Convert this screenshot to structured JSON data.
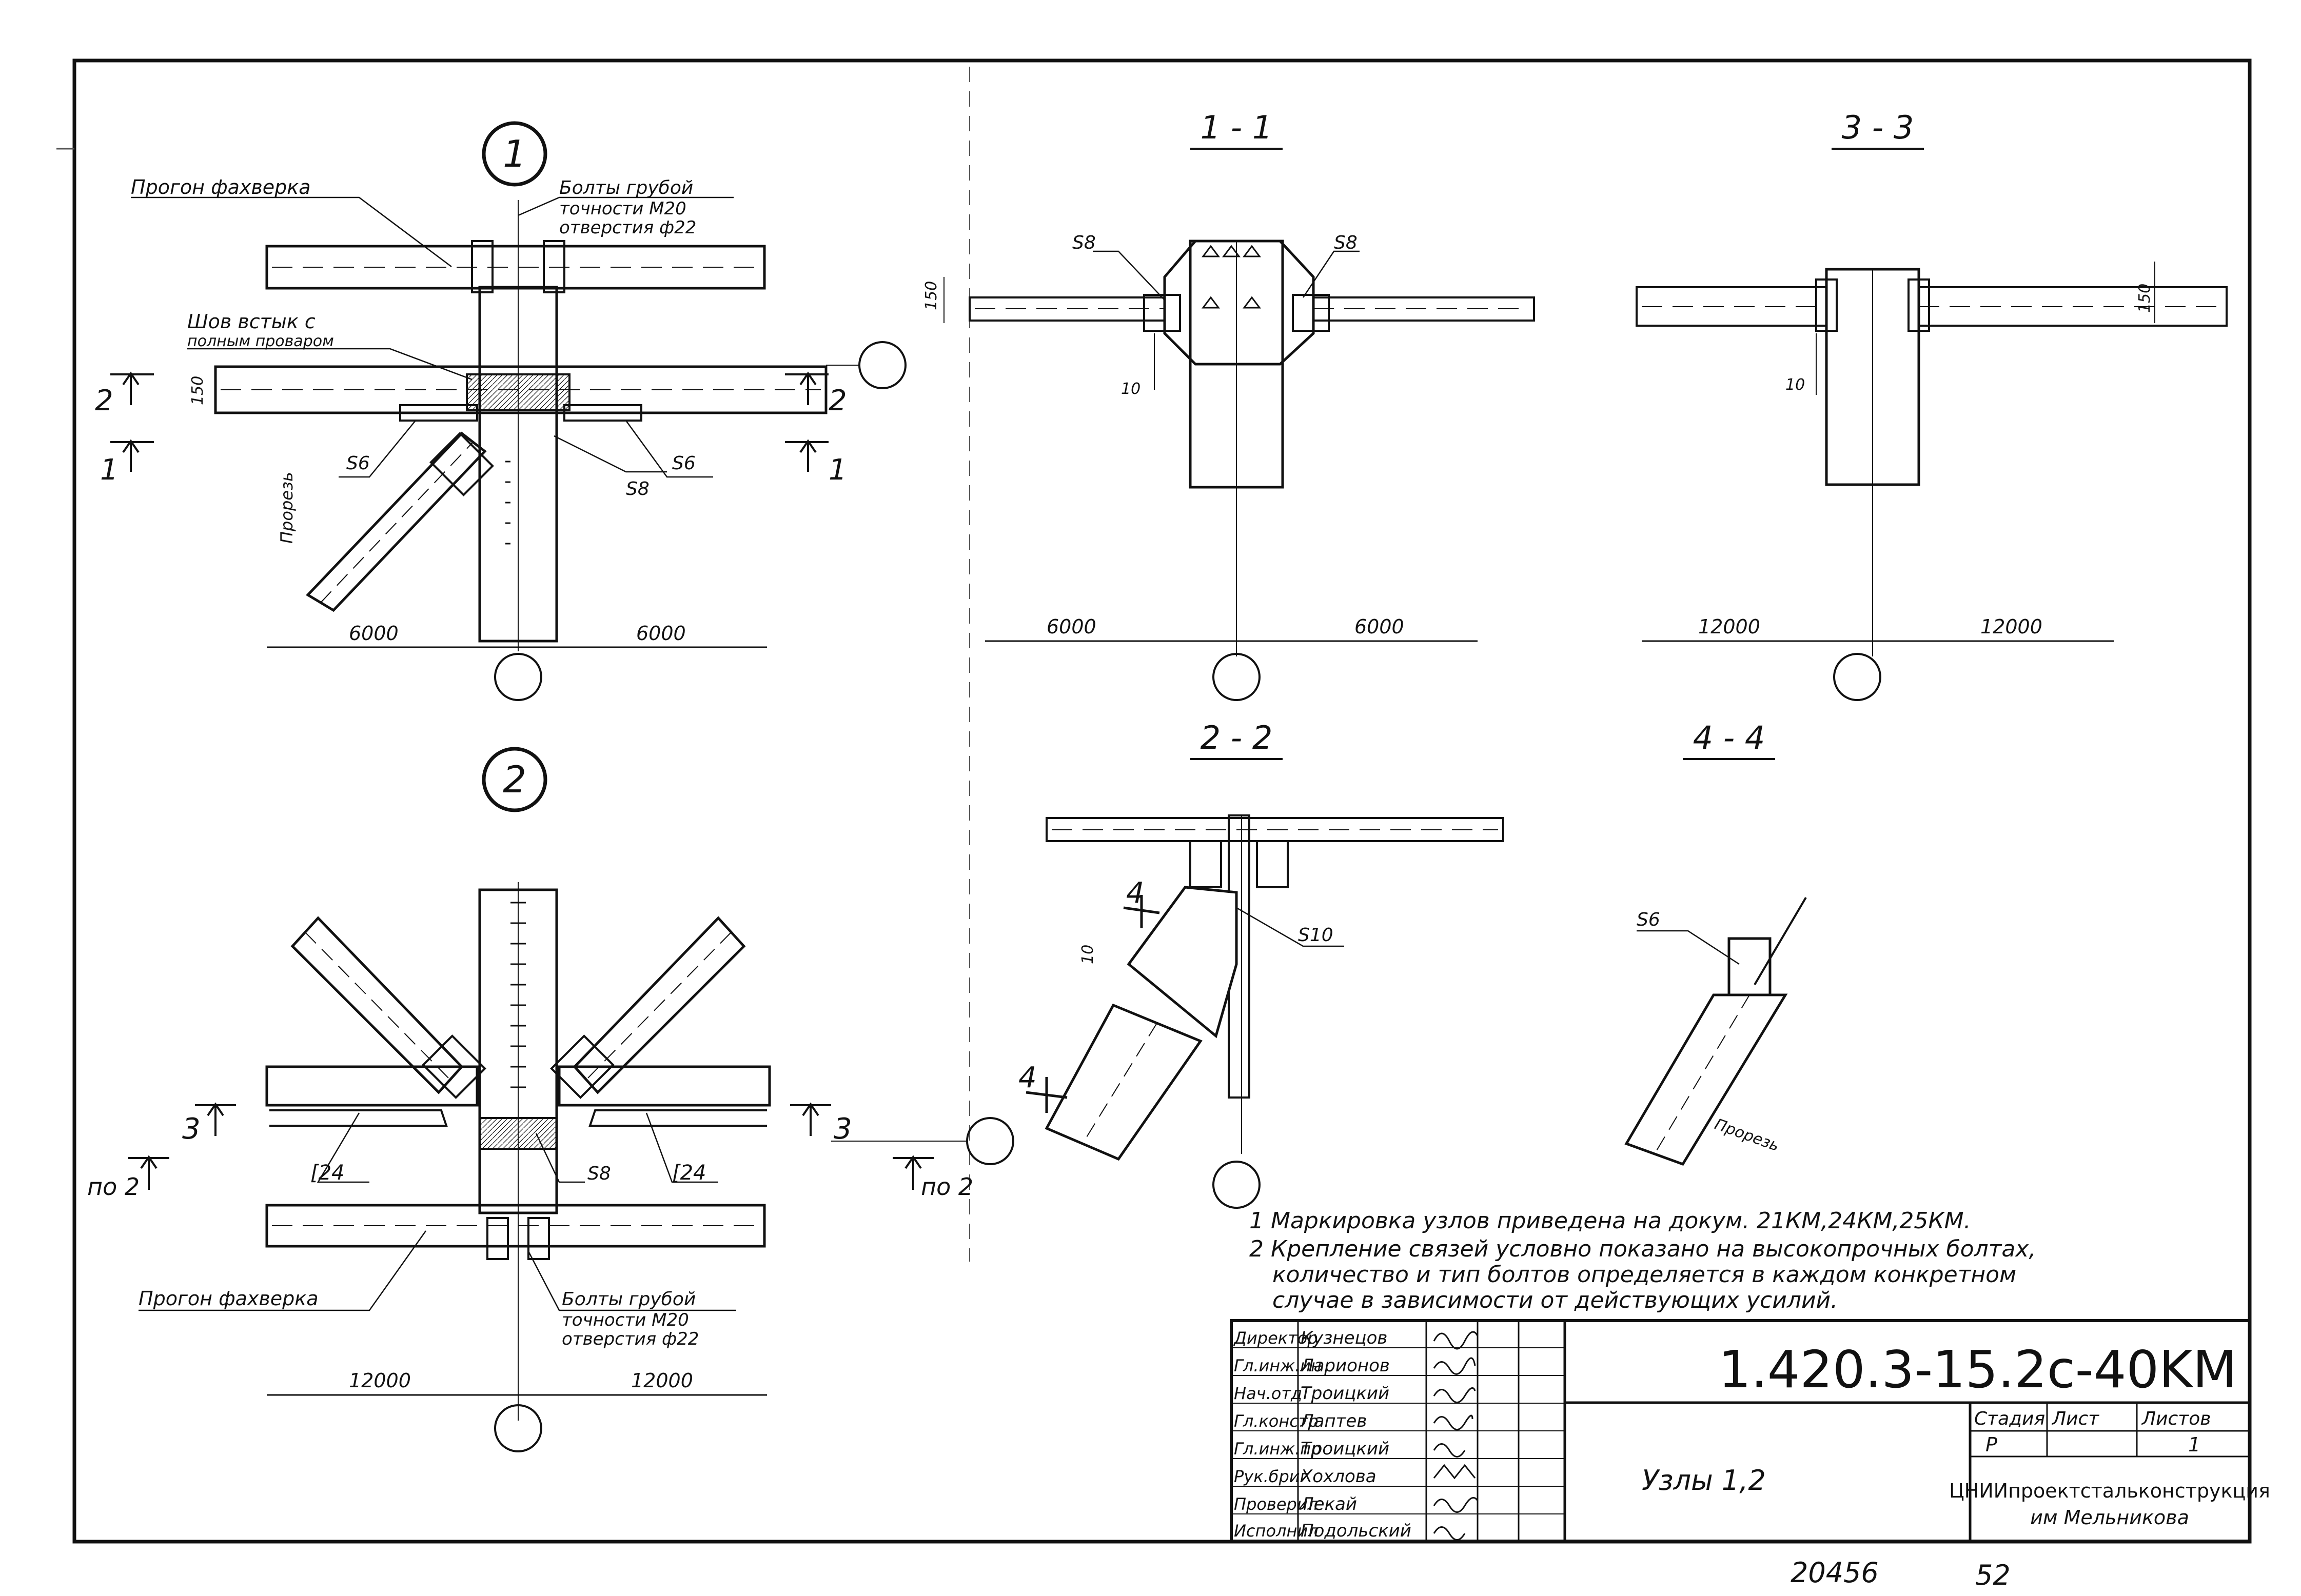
{
  "title_block": {
    "doc_code": "1.420.3-15.2c-40KM",
    "sheet_title": "Узлы 1,2",
    "stage_header": "Стадия",
    "sheet_header": "Лист",
    "sheets_header": "Листов",
    "stage_value": "Р",
    "sheets_value": "1",
    "org_line1": "ЦНИИпроектстальконструкция",
    "org_line2": "им Мельникова",
    "signers": [
      {
        "role": "Директор",
        "name": "Кузнецов"
      },
      {
        "role": "Гл.инж.ин",
        "name": "Ларионов"
      },
      {
        "role": "Нач.отд",
        "name": "Троицкий"
      },
      {
        "role": "Гл.констр",
        "name": "Лаптев"
      },
      {
        "role": "Гл.инж.пр",
        "name": "Троицкий"
      },
      {
        "role": "Рук.бриг",
        "name": "Хохлова"
      },
      {
        "role": "Проверил",
        "name": "Лекай"
      },
      {
        "role": "Исполнил",
        "name": "Подольский"
      }
    ]
  },
  "notes": [
    "1 Маркировка  узлов приведена на докум. 21КМ,24КМ,25КМ.",
    "2 Крепление связей условно показано на высокопрочных болтах,",
    "количество и тип болтов определяется в каждом конкретном",
    "случае в зависимости от действующих усилий."
  ],
  "bottom": {
    "number1": "20456",
    "number2": "52"
  },
  "node1": {
    "mark": "1",
    "purlin_label": "Прогон фахверка",
    "bolts_line1": "Болты грубой",
    "bolts_line2": "точности М20",
    "bolts_line3": "отверстия ф22",
    "weld_line1": "Шов встык с",
    "weld_line2": "полным проваром",
    "dim150": "150",
    "cut2": "2",
    "cut1": "1",
    "s6a": "S6",
    "s6b": "S6",
    "s8": "S8",
    "slot": "Прорезь",
    "dim_left": "6000",
    "dim_right": "6000"
  },
  "node2": {
    "mark": "2",
    "cut3": "3",
    "cut_po2": "по 2",
    "c24a": "[24",
    "c24b": "[24",
    "s8": "S8",
    "purlin_label": "Прогон фахверка",
    "bolts_line1": "Болты грубой",
    "bolts_line2": "точности М20",
    "bolts_line3": "отверстия ф22",
    "dim_left": "12000",
    "dim_right": "12000"
  },
  "sec11": {
    "title": "1 - 1",
    "s8a": "S8",
    "s8b": "S8",
    "dim150": "150",
    "dim10": "10",
    "dim_left": "6000",
    "dim_right": "6000"
  },
  "sec33": {
    "title": "3 - 3",
    "dim150": "150",
    "dim10": "10",
    "dim_left": "12000",
    "dim_right": "12000"
  },
  "sec22": {
    "title": "2 - 2",
    "cut4": "4",
    "dim10": "10",
    "s10": "S10"
  },
  "sec44": {
    "title": "4 - 4",
    "s6": "S6",
    "slot": "Прорезь"
  }
}
